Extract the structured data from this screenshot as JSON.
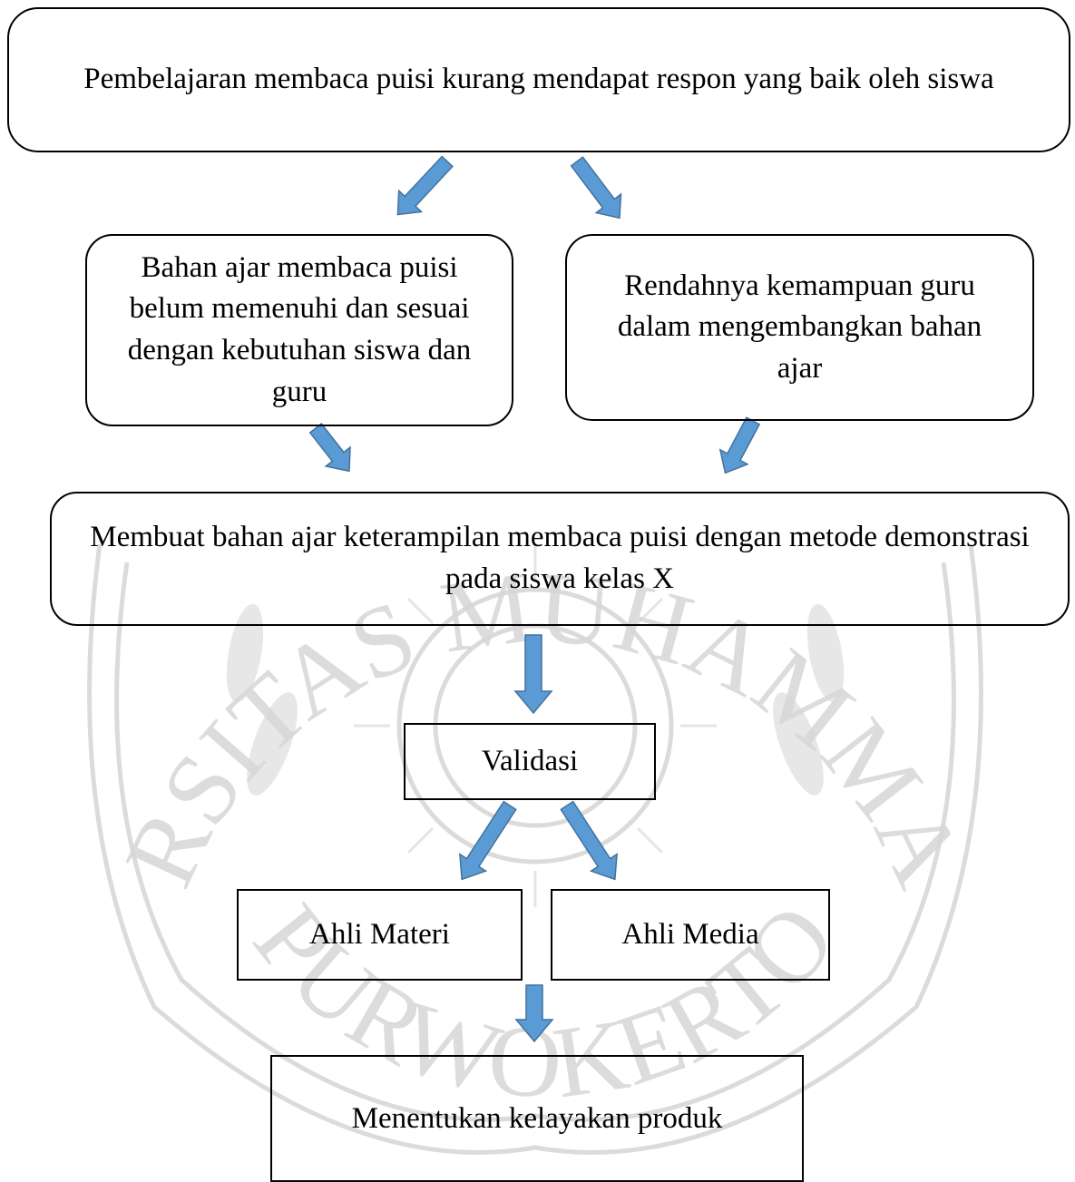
{
  "diagram": {
    "nodes": {
      "top": "Pembelajaran membaca puisi kurang mendapat respon yang baik oleh siswa",
      "left": "Bahan ajar membaca puisi belum memenuhi dan sesuai dengan kebutuhan siswa dan guru",
      "right": "Rendahnya kemampuan guru dalam mengembangkan bahan ajar",
      "mid": "Membuat bahan ajar keterampilan membaca puisi dengan metode demonstrasi pada siswa kelas X",
      "validasi": "Validasi",
      "materi": "Ahli Materi",
      "media": "Ahli Media",
      "kelayakan": "Menentukan kelayakan produk"
    },
    "edges": [
      [
        "top",
        "left"
      ],
      [
        "top",
        "right"
      ],
      [
        "left",
        "mid"
      ],
      [
        "right",
        "mid"
      ],
      [
        "mid",
        "validasi"
      ],
      [
        "validasi",
        "materi"
      ],
      [
        "validasi",
        "media"
      ],
      [
        "materi",
        "kelayakan"
      ]
    ],
    "arrow_color": "#5b9bd5"
  },
  "watermark": {
    "arc_top": "UNIVERSITAS MUHAMMADIYAH",
    "arc_bottom": "PURWOKERTO",
    "color": "#d6d6d6"
  }
}
